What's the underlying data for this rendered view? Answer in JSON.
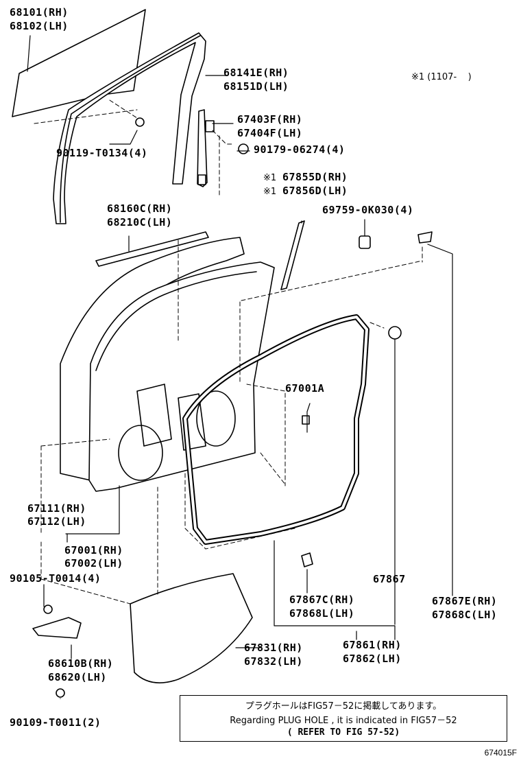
{
  "labels": {
    "glass_rh": "68101(RH)",
    "glass_lh": "68102(LH)",
    "run_rh": "68141E(RH)",
    "run_lh": "68151D(LH)",
    "channel_rh": "67403F(RH)",
    "channel_lh": "67404F(LH)",
    "nut": "90179-06274(4)",
    "bolt_glass": "90119-T0134(4)",
    "cushion_rh": "67855D(RH)",
    "cushion_lh": "67856D(LH)",
    "clip_top": "69759-0K030(4)",
    "beltline_rh": "68160C(RH)",
    "beltline_lh": "68210C(LH)",
    "plug": "67001A",
    "hinge_outer_rh": "67111(RH)",
    "hinge_outer_lh": "67112(LH)",
    "panel_rh": "67001(RH)",
    "panel_lh": "67002(LH)",
    "bolt_hinge": "90105-T0014(4)",
    "weather_clip": "67867",
    "clip_c_rh": "67867C(RH)",
    "clip_c_lh": "67868L(LH)",
    "clip_e_rh": "67867E(RH)",
    "clip_e_lh": "67868C(LH)",
    "check_rh": "68610B(RH)",
    "check_lh": "68620(LH)",
    "cover_rh": "67831(RH)",
    "cover_lh": "67832(LH)",
    "weather_rh": "67861(RH)",
    "weather_lh": "67862(LH)",
    "bolt_check": "90109-T0011(2)",
    "cushion_mark": "※1",
    "footnote": "※1 (1107-    )"
  },
  "notice": {
    "line_jp": "プラグホールはFIG57－52に掲載してあります。",
    "line_en": "Regarding PLUG HOLE , it is indicated in FIG57－52",
    "line_ref": "( REFER TO FIG 57-52)"
  },
  "figure_code": "674015F"
}
